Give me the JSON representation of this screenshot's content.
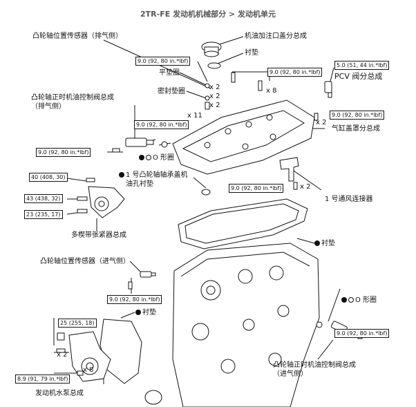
{
  "header": {
    "model": "2TR-FE",
    "section": "发动机机械部分",
    "separator": ">",
    "subsection": "发动机单元"
  },
  "labels": {
    "cam_sensor_exhaust": "凸轮轴位置传感器（排气侧）",
    "oil_filler_cap": "机油加注口盖分总成",
    "gasket_cap": "衬垫",
    "washer": "平垫圈",
    "seal_washer": "密封垫圈",
    "pcv_valve": "PCV 阀分总成",
    "ocv_exhaust_line1": "凸轮轴正时机油控制阀总成",
    "ocv_exhaust_line2": "（排气侧）",
    "head_cover": "气缸盖罩分总成",
    "oring_exhaust": "O 形圈",
    "bearing_cap_gasket_line1": "1 号凸轮轴轴承盖机",
    "bearing_cap_gasket_line2": "油孔衬垫",
    "vent_connector": "1 号通风连接器",
    "belt_tensioner": "多楔带张紧器总成",
    "head_cover_gasket": "衬垫",
    "cam_sensor_intake": "凸轮轴位置传感器（进气侧）",
    "oring_intake": "O 形圈",
    "water_pump_gasket": "衬垫",
    "ocv_intake_line1": "凸轮轴正时机油控制阀总成",
    "ocv_intake_line2": "（进气侧）",
    "water_pump": "发动机水泵总成"
  },
  "torques": {
    "t_9_1": "9.0 (92, 80 in.*lbf)",
    "t_9_2": "9.0 (92, 80 in.*lbf)",
    "t_pcv": "5.0 (51, 44 in.*lbf)",
    "t_9_3": "9.0 (92, 80 in.*lbf)",
    "t_9_4": "9.0 (92, 80 in.*lbf)",
    "t_9_5": "9.0 (92, 80 in.*lbf)",
    "t_9_6": "9.0 (92, 80 in.*lbf)",
    "t_40": "40 (408, 30)",
    "t_43": "43 (438, 32)",
    "t_23": "23 (235, 17)",
    "t_9_7": "9.0 (92, 80 in.*lbf)",
    "t_9_8": "9.0 (92, 80 in.*lbf)",
    "t_25": "25 (255, 18)",
    "t_wp": "8.9 (91, 79 in.*lbf)"
  },
  "quantities": {
    "x2_washer": "x 2",
    "x2_seal": "x 2",
    "x2_seal_b": "x 2",
    "x11": "x 11",
    "x8_cover": "x 8",
    "x2_pcv": "x 2",
    "x2_vent": "x 2",
    "x2_pump": "x 2",
    "x8_pump": "x 8"
  }
}
